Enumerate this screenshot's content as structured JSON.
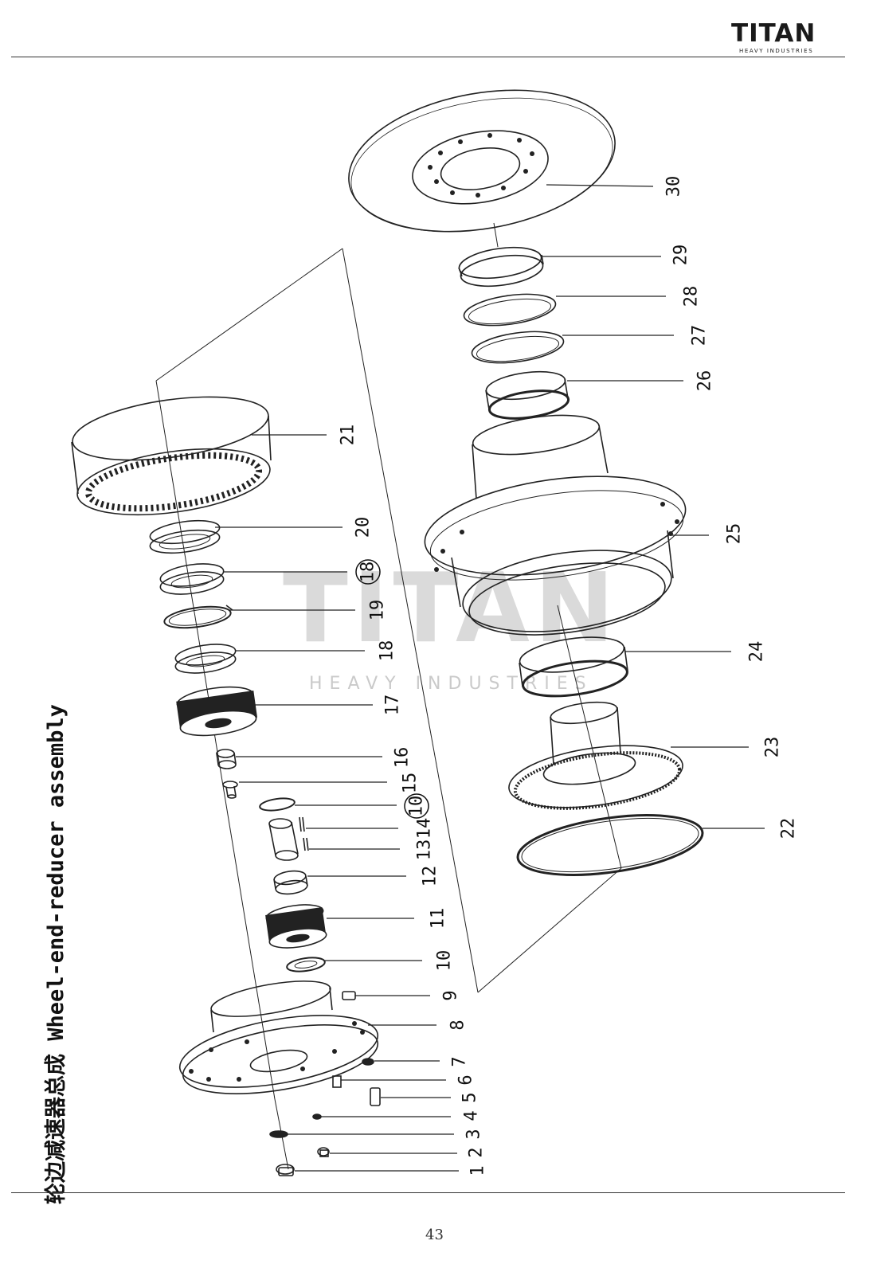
{
  "header": {
    "logo_word": "TITAN",
    "logo_subtitle": "HEAVY INDUSTRIES"
  },
  "title": "轮边减速器总成 Wheel-end-reducer assembly",
  "page_number": "43",
  "watermark": {
    "word": "TITAN",
    "subtitle": "HEAVY INDUSTRIES"
  },
  "callouts": [
    {
      "label": "1",
      "circled": false
    },
    {
      "label": "2",
      "circled": false
    },
    {
      "label": "3",
      "circled": false
    },
    {
      "label": "4",
      "circled": false
    },
    {
      "label": "5",
      "circled": false
    },
    {
      "label": "6",
      "circled": false
    },
    {
      "label": "7",
      "circled": false
    },
    {
      "label": "8",
      "circled": false
    },
    {
      "label": "9",
      "circled": false
    },
    {
      "label": "10",
      "circled": false
    },
    {
      "label": "11",
      "circled": false
    },
    {
      "label": "12",
      "circled": false
    },
    {
      "label": "13",
      "circled": false
    },
    {
      "label": "14",
      "circled": false
    },
    {
      "label": "10",
      "circled": true
    },
    {
      "label": "15",
      "circled": false
    },
    {
      "label": "16",
      "circled": false
    },
    {
      "label": "17",
      "circled": false
    },
    {
      "label": "18",
      "circled": false
    },
    {
      "label": "19",
      "circled": false
    },
    {
      "label": "18",
      "circled": true
    },
    {
      "label": "20",
      "circled": false
    },
    {
      "label": "21",
      "circled": false
    },
    {
      "label": "22",
      "circled": false
    },
    {
      "label": "23",
      "circled": false
    },
    {
      "label": "24",
      "circled": false
    },
    {
      "label": "25",
      "circled": false
    },
    {
      "label": "26",
      "circled": false
    },
    {
      "label": "27",
      "circled": false
    },
    {
      "label": "28",
      "circled": false
    },
    {
      "label": "29",
      "circled": false
    },
    {
      "label": "30",
      "circled": false
    }
  ]
}
